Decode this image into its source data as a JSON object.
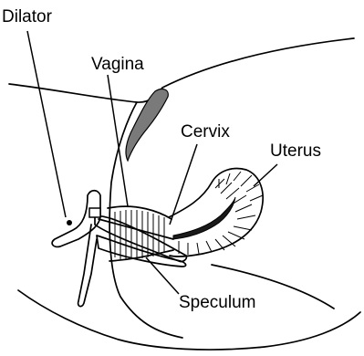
{
  "labels": {
    "dilator": "Dilator",
    "vagina": "Vagina",
    "cervix": "Cervix",
    "uterus": "Uterus",
    "speculum": "Speculum"
  },
  "colors": {
    "ink": "#000000",
    "tissue_fill": "#7a7a7a",
    "canal_fill": "#1a1a1a"
  }
}
